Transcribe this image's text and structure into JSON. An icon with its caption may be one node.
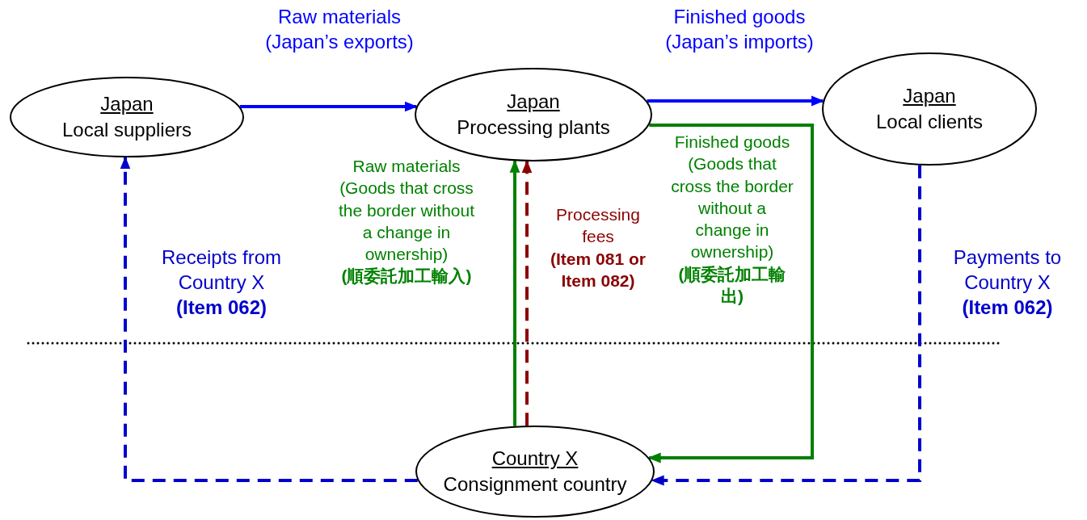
{
  "diagram": {
    "nodes": [
      {
        "text": [
          "Japan",
          "Local suppliers"
        ]
      },
      {
        "text": [
          "Japan",
          "Processing plants"
        ]
      },
      {
        "text": [
          "Japan",
          "Local clients"
        ]
      },
      {
        "text": [
          "Country X",
          "Consignment country"
        ]
      }
    ],
    "edges": [
      {
        "from": 0,
        "to": 1,
        "arrow": "to",
        "label": "Raw materials (Japan’s exports)"
      },
      {
        "from": 1,
        "to": 2,
        "arrow": "to",
        "label": "Finished goods (Japan’s imports)"
      },
      {
        "from": 3,
        "to": 1,
        "arrow": "to",
        "color": "#008000",
        "label": "Raw materials (Goods that cross the border without a change in ownership) **(順委託加工輸入)**"
      },
      {
        "from": 3,
        "to": 1,
        "arrow": "to",
        "style": "dashed",
        "color": "#8b0000",
        "label": "Processing fees **(Item 081 or Item 082)**"
      },
      {
        "from": 1,
        "to": 3,
        "arrow": "to",
        "color": "#008000",
        "label": "Finished goods (Goods that cross the border without a change in ownership) **(順委託加工輸出)**"
      },
      {
        "from": 3,
        "to": 0,
        "arrow": "to",
        "style": "dashed",
        "color": "#0000cc",
        "label": "Receipts from Country X **(Item 062)**"
      },
      {
        "from": 2,
        "to": 3,
        "arrow": "to",
        "style": "dashed",
        "color": "#0000cc",
        "label": "Payments to Country X **(Item 062)**"
      }
    ]
  }
}
